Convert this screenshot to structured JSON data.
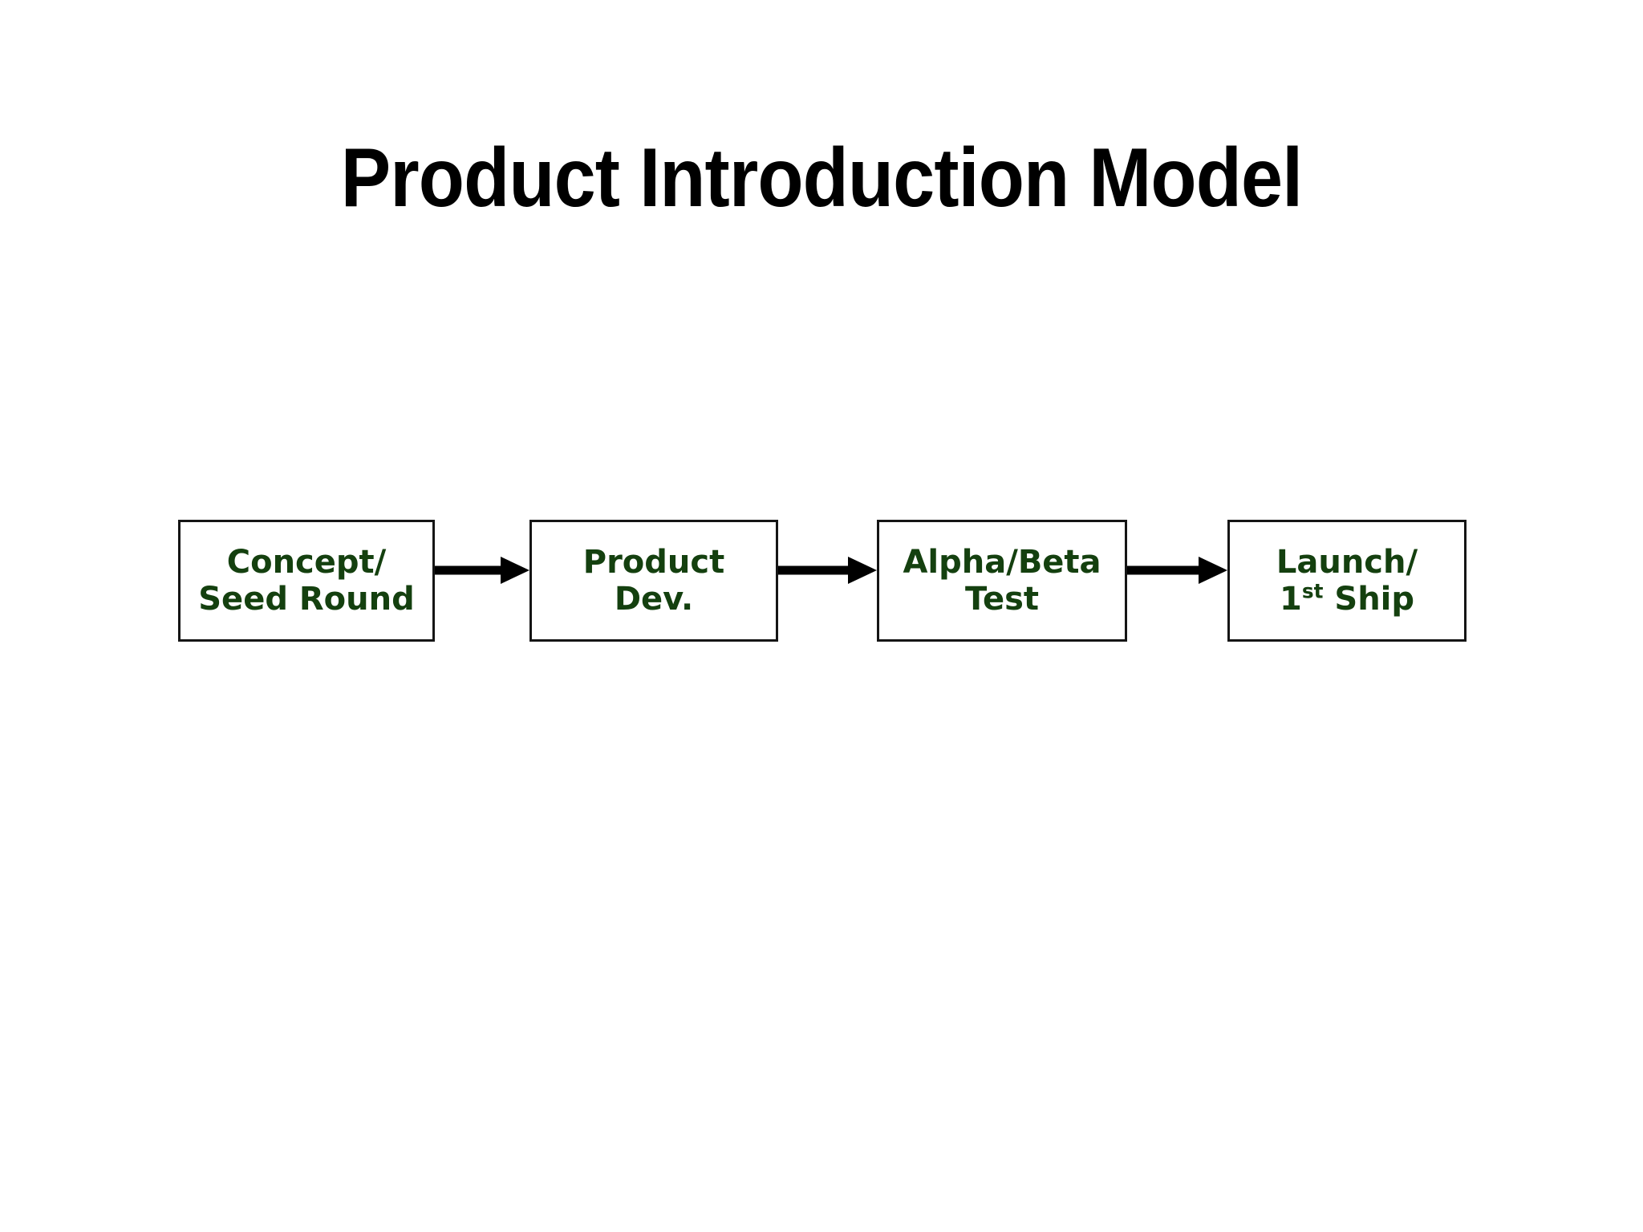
{
  "slide": {
    "title": "Product Introduction Model",
    "background_color": "#ffffff",
    "title_color": "#000000",
    "node_text_color": "#14400f",
    "node_border_color": "#151515",
    "arrow_color": "#000000"
  },
  "flow": {
    "arrow_icon_name": "right-arrow-icon",
    "nodes": [
      {
        "id": "concept-seed-round",
        "line1": "Concept/",
        "line2": "Seed Round"
      },
      {
        "id": "product-dev",
        "line1": "Product",
        "line2": "Dev."
      },
      {
        "id": "alpha-beta-test",
        "line1": "Alpha/Beta",
        "line2": "Test"
      },
      {
        "id": "launch-first-ship",
        "line1": "Launch/",
        "line2_pre": "1",
        "line2_sup": "st",
        "line2_post": " Ship"
      }
    ],
    "arrows": [
      {
        "from": "concept-seed-round",
        "to": "product-dev"
      },
      {
        "from": "product-dev",
        "to": "alpha-beta-test"
      },
      {
        "from": "alpha-beta-test",
        "to": "launch-first-ship"
      }
    ]
  }
}
